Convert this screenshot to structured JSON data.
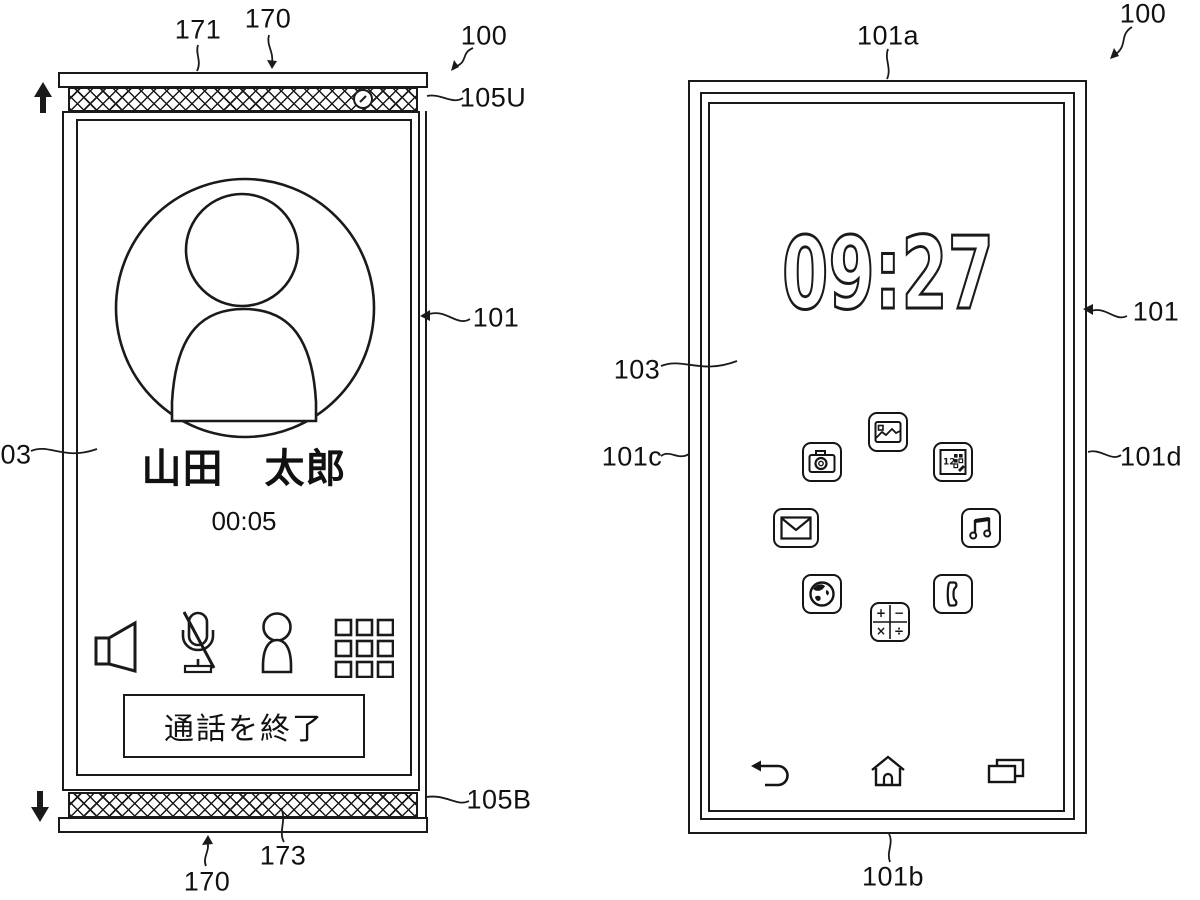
{
  "figure": {
    "type": "patent-style diagram of a sliding smartphone, two views",
    "reference_labels": {
      "left_view": {
        "l171": "171",
        "l170_top": "170",
        "l100": "100",
        "l105u": "105U",
        "l101": "101",
        "l103_partial": "03",
        "l105b": "105B",
        "l173": "173",
        "l170_bottom": "170"
      },
      "right_view": {
        "l101a": "101a",
        "l100": "100",
        "l103": "103",
        "l101c": "101c",
        "l101": "101",
        "l101d": "101d",
        "l101b": "101b"
      }
    },
    "left_phone": {
      "caller_name": "山田　太郎",
      "call_timer": "00:05",
      "end_call_label": "通話を終了"
    },
    "right_phone": {
      "clock": "09:27",
      "calendar_day": "12",
      "calculator_symbols": {
        "plus": "+",
        "minus": "−",
        "times": "×",
        "divide": "÷"
      }
    },
    "icons": {
      "left_phone": [
        "front-camera-icon",
        "speaker-icon",
        "microphone-muted-icon",
        "contact-person-icon",
        "dialpad-icon"
      ],
      "right_phone": [
        "gallery-app-icon",
        "camera-app-icon",
        "calendar-app-icon",
        "email-app-icon",
        "music-app-icon",
        "browser-app-icon",
        "phone-app-icon",
        "calculator-app-icon",
        "back-icon",
        "home-icon",
        "recents-icon"
      ],
      "arrows": [
        "slide-up-arrow",
        "slide-down-arrow"
      ]
    },
    "line_color": "#1a1a1a"
  }
}
